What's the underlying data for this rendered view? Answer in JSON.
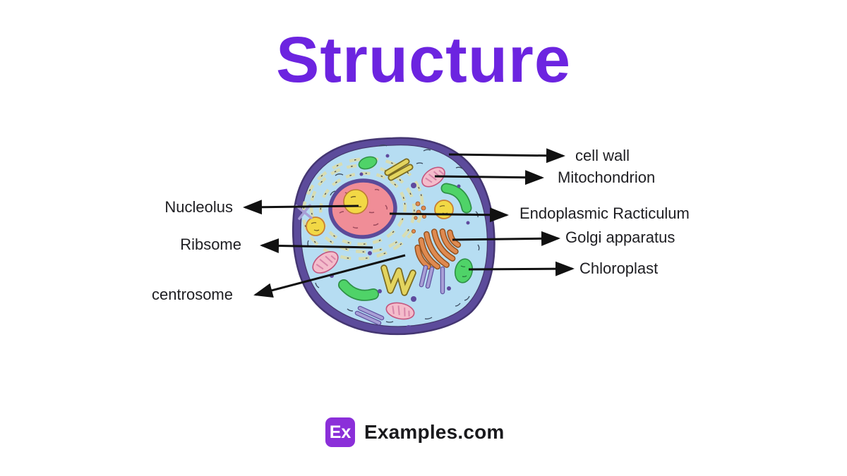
{
  "title": "Structure",
  "labels": {
    "cell_wall": "cell wall",
    "mitochondrion": "Mitochondrion",
    "endoplasmic_reticulum": "Endoplasmic Racticulum",
    "golgi_apparatus": "Golgi apparatus",
    "chloroplast": "Chloroplast",
    "nucleolus": "Nucleolus",
    "ribosome": "Ribsome",
    "centrosome": "centrosome"
  },
  "footer": {
    "badge": "Ex",
    "site": "Examples.com"
  },
  "colors": {
    "title": "#6C24E0",
    "logo_badge": "#8B2FD9",
    "membrane": "#5C4B9B",
    "cytoplasm": "#B6DDF2",
    "nucleus": "#F08D97",
    "nucleolus": "#F2D845",
    "endoplasmic_reticulum": "#D8DDB2",
    "golgi": "#DF8A50",
    "chloroplast": "#4FD368",
    "mitochondria": "#F4BCCB",
    "arrow": "#111111"
  }
}
